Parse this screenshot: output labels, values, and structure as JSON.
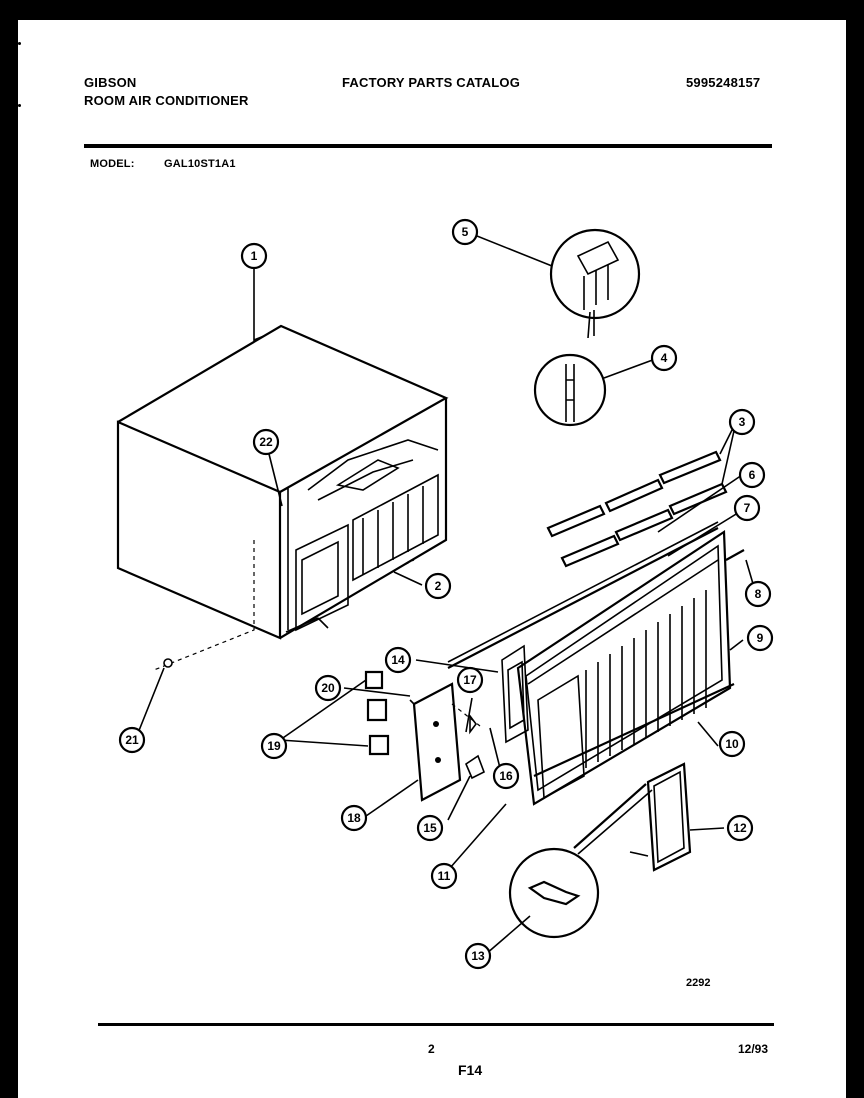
{
  "header": {
    "brand": "GIBSON",
    "product": "ROOM AIR CONDITIONER",
    "catalog_title": "FACTORY PARTS CATALOG",
    "catalog_number": "5995248157",
    "model_label": "MODEL:",
    "model_value": "GAL10ST1A1"
  },
  "diagram": {
    "callouts": [
      "1",
      "2",
      "3",
      "4",
      "5",
      "6",
      "7",
      "8",
      "9",
      "10",
      "11",
      "12",
      "13",
      "14",
      "15",
      "16",
      "17",
      "18",
      "19",
      "20",
      "21",
      "22"
    ],
    "drawing_number": "2292"
  },
  "footer": {
    "page_number": "2",
    "figure": "F14",
    "date": "12/93"
  }
}
